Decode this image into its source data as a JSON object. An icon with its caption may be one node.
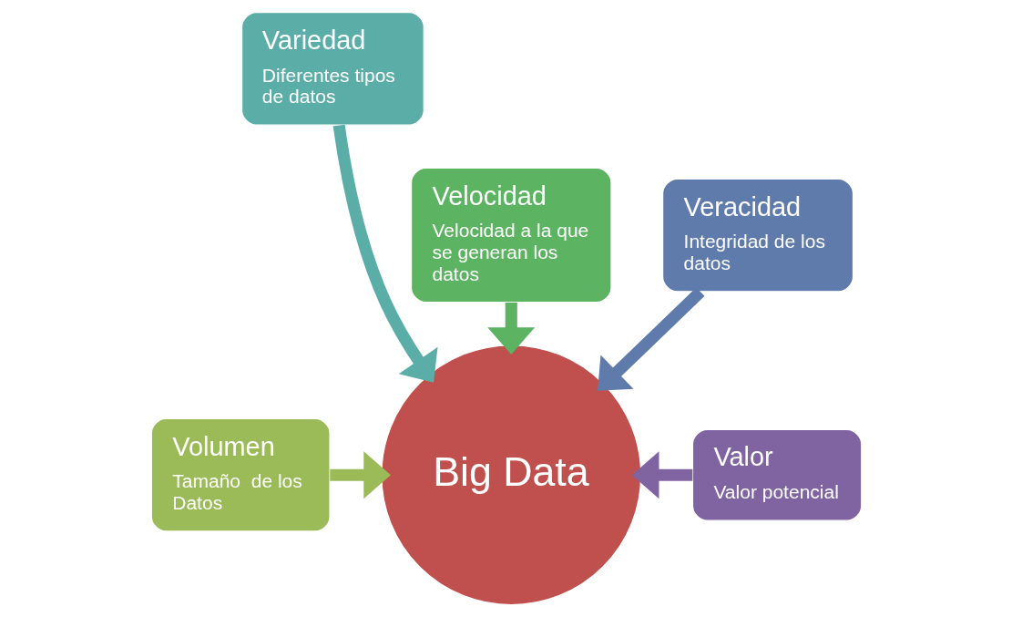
{
  "diagram": {
    "nodes": [
      {
        "text": [
          "Variedad",
          "Diferentes tipos de datos"
        ]
      },
      {
        "text": [
          "Velocidad",
          "Velocidad a la que se generan los datos"
        ]
      },
      {
        "text": [
          "Veracidad",
          "Integridad de los datos"
        ]
      },
      {
        "text": [
          "Volumen",
          "Tamaño  de los Datos"
        ]
      },
      {
        "text": [
          "Big Data"
        ]
      },
      {
        "text": [
          "Valor",
          "Valor potencial"
        ]
      }
    ],
    "edges": [
      {
        "from": 0,
        "to": 4,
        "arrow": "to",
        "color": "#5baea7"
      },
      {
        "from": 1,
        "to": 4,
        "arrow": "to",
        "color": "#5cb361"
      },
      {
        "from": 2,
        "to": 4,
        "arrow": "to",
        "color": "#5f7bab"
      },
      {
        "from": 3,
        "to": 4,
        "arrow": "to",
        "color": "#9bbb59"
      },
      {
        "from": 5,
        "to": 4,
        "arrow": "to",
        "color": "#8064a2"
      }
    ]
  }
}
